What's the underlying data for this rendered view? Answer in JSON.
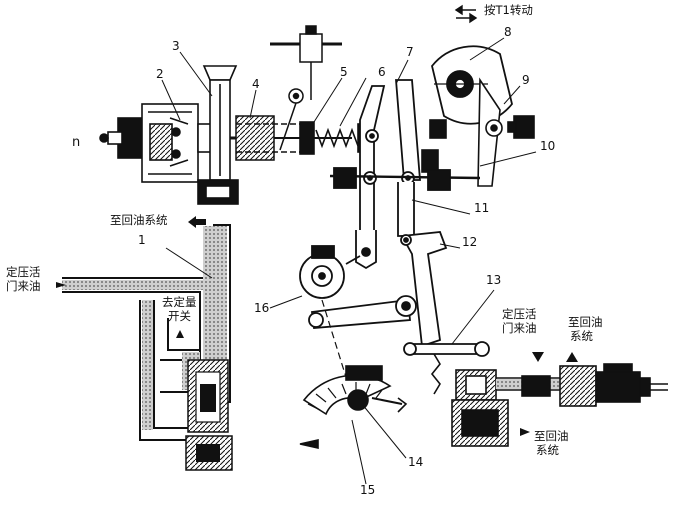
{
  "callouts": {
    "n1": "1",
    "n2": "2",
    "n3": "3",
    "n4": "4",
    "n5": "5",
    "n6": "6",
    "n7": "7",
    "n8": "8",
    "n9": "9",
    "n10": "10",
    "n11": "11",
    "n12": "12",
    "n13": "13",
    "n14": "14",
    "n15": "15",
    "n16": "16"
  },
  "labels": {
    "rotate_by_t1": "按T1转动",
    "n_speed": "n",
    "return_oil_left": "至回油系统",
    "pressure_valve_in_l1": "定压活",
    "pressure_valve_in_l2": "门来油",
    "to_metering_l1": "去定量",
    "to_metering_l2": "开关",
    "pressure_valve_in_r1": "定压活",
    "pressure_valve_in_r2": "门来油",
    "return_oil_right_l1": "至回油",
    "return_oil_right_l2": "系统",
    "return_oil_bottom_l1": "至回油",
    "return_oil_bottom_l2": "系统"
  },
  "icons": {
    "flow_arrow": "filled-arrow-icon",
    "rotation": "double-arrow-icon"
  },
  "colors": {
    "ink": "#111111",
    "fluid": "#6e6e6e",
    "paper": "#ffffff"
  }
}
